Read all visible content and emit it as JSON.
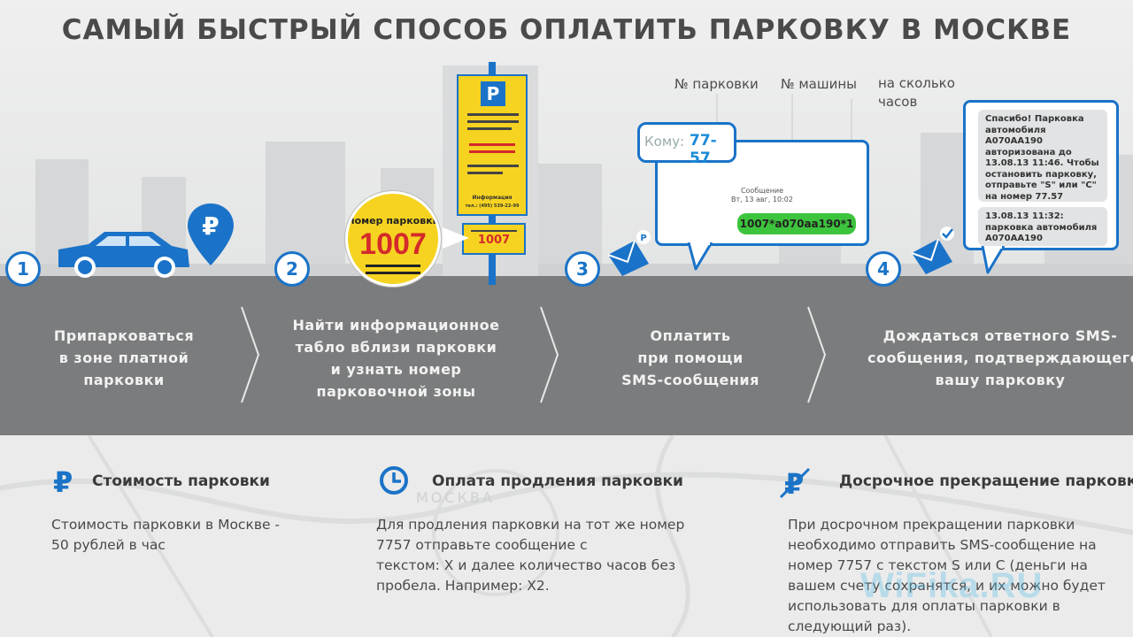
{
  "title": "САМЫЙ БЫСТРЫЙ СПОСОБ ОПЛАТИТЬ ПАРКОВКУ В МОСКВЕ",
  "steps": [
    {
      "num": "1",
      "lines": [
        "Припарковаться",
        "в зоне платной",
        "парковки"
      ]
    },
    {
      "num": "2",
      "lines": [
        "Найти информационное",
        "табло вблизи парковки",
        "и узнать номер",
        "парковочной зоны"
      ]
    },
    {
      "num": "3",
      "lines": [
        "Оплатить",
        "при помощи",
        "SMS-сообщения"
      ]
    },
    {
      "num": "4",
      "lines": [
        "Дождаться ответного SMS-",
        "сообщения, подтверждающего",
        "вашу парковку"
      ]
    }
  ],
  "sms_labels": {
    "parking_no": "№ парковки",
    "car_no": "№ машины",
    "hours_1": "на сколько",
    "hours_2": "часов"
  },
  "sms_send": {
    "to_label": "Кому:",
    "to_number": "77-57",
    "msg_label": "Сообщение",
    "msg_date": "Вт, 13 авг, 10:02",
    "message": "1007*а070аа190*1"
  },
  "zone_badge": {
    "caption": "номер парковки",
    "number": "1007"
  },
  "sign": {
    "p_letter": "P",
    "small_number": "1007",
    "info_label": "Информация",
    "phone": "тел.: (495) 539-22-99"
  },
  "sms_reply": {
    "msg1": [
      "Спасибо! Парковка",
      "автомобиля А070АА190",
      "авторизована до",
      "13.08.13 11:46. Чтобы",
      "остановить парковку,",
      "отправьте \"S\" или \"С\"",
      "на номер 77.57"
    ],
    "msg2": [
      "13.08.13 11:32:",
      "парковка автомобиля",
      "А070АА190"
    ]
  },
  "sections": [
    {
      "title": "Стоимость парковки",
      "body": [
        "Стоимость парковки в Москве -",
        "50 рублей в час"
      ]
    },
    {
      "title": "Оплата продления парковки",
      "body": [
        "Для продления парковки на тот же номер",
        "7757 отправьте сообщение с",
        "текстом: Х и далее количество часов без",
        "пробела. Например: Х2."
      ]
    },
    {
      "title": "Досрочное прекращение парковки",
      "body": [
        "При досрочном прекращении парковки",
        "необходимо отправить SMS-сообщение на",
        "номер 7757 с текстом S или С (деньги на",
        "вашем счету сохранятся, и их можно будет",
        "использовать для оплаты парковки в",
        "следующий раз)."
      ]
    }
  ],
  "watermark": "WiFika.RU",
  "map_text": "МОСКВА",
  "ruble_symbol": "₽",
  "colors": {
    "accent": "#1a73c8",
    "band": "#7b7c7d",
    "sign": "#f6d320",
    "sms_green": "#3cc43c"
  }
}
